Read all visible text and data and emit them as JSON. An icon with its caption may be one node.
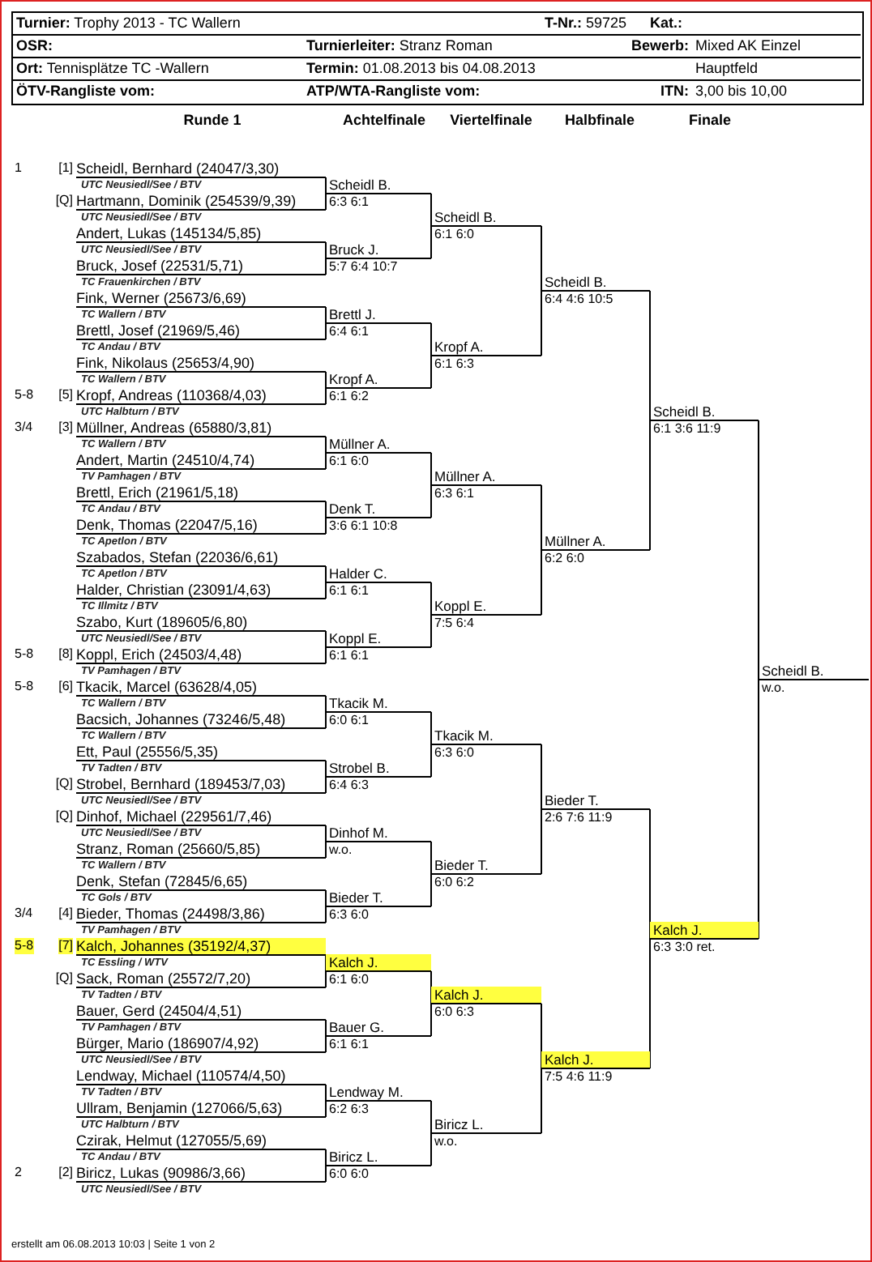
{
  "diagram": {
    "nodes": [
      {
        "text": [
          "Scheidl, Bernhard (24047/3,30)",
          "UTC Neusiedl/See / BTV"
        ],
        "beside": [
          "1",
          "[1]"
        ]
      },
      {
        "text": [
          "Hartmann, Dominik (254539/9,39)",
          "UTC Neusiedl/See / BTV"
        ],
        "beside": [
          "[Q]"
        ]
      },
      {
        "text": [
          "Andert, Lukas (145134/5,85)",
          "UTC Neusiedl/See / BTV"
        ]
      },
      {
        "text": [
          "Bruck, Josef (22531/5,71)",
          "TC Frauenkirchen / BTV"
        ]
      },
      {
        "text": [
          "Fink, Werner (25673/6,69)",
          "TC Wallern / BTV"
        ]
      },
      {
        "text": [
          "Brettl, Josef (21969/5,46)",
          "TC Andau / BTV"
        ]
      },
      {
        "text": [
          "Fink, Nikolaus (25653/4,90)",
          "TC Wallern / BTV"
        ]
      },
      {
        "text": [
          "Kropf, Andreas (110368/4,03)",
          "UTC Halbturn / BTV"
        ],
        "beside": [
          "5-8",
          "[5]"
        ]
      },
      {
        "text": [
          "Müllner, Andreas (65880/3,81)",
          "TC Wallern / BTV"
        ],
        "beside": [
          "3/4",
          "[3]"
        ]
      },
      {
        "text": [
          "Andert, Martin (24510/4,74)",
          "TV Pamhagen / BTV"
        ]
      },
      {
        "text": [
          "Brettl, Erich (21961/5,18)",
          "TC Andau / BTV"
        ]
      },
      {
        "text": [
          "Denk, Thomas (22047/5,16)",
          "TC Apetlon / BTV"
        ]
      },
      {
        "text": [
          "Szabados, Stefan (22036/6,61)",
          "TC Apetlon / BTV"
        ]
      },
      {
        "text": [
          "Halder, Christian (23091/4,63)",
          "TC Illmitz / BTV"
        ]
      },
      {
        "text": [
          "Szabo, Kurt (189605/6,80)",
          "UTC Neusiedl/See / BTV"
        ]
      },
      {
        "text": [
          "Koppl, Erich (24503/4,48)",
          "TV Pamhagen / BTV"
        ],
        "beside": [
          "5-8",
          "[8]"
        ]
      },
      {
        "text": [
          "Tkacik, Marcel (63628/4,05)",
          "TC Wallern / BTV"
        ],
        "beside": [
          "5-8",
          "[6]"
        ]
      },
      {
        "text": [
          "Bacsich, Johannes (73246/5,48)",
          "TC Wallern / BTV"
        ]
      },
      {
        "text": [
          "Ett, Paul (25556/5,35)",
          "TV Tadten / BTV"
        ]
      },
      {
        "text": [
          "Strobel, Bernhard (189453/7,03)",
          "UTC Neusiedl/See / BTV"
        ],
        "beside": [
          "[Q]"
        ]
      },
      {
        "text": [
          "Dinhof, Michael (229561/7,46)",
          "UTC Neusiedl/See / BTV"
        ],
        "beside": [
          "[Q]"
        ]
      },
      {
        "text": [
          "Stranz, Roman (25660/5,85)",
          "TC Wallern / BTV"
        ]
      },
      {
        "text": [
          "Denk, Stefan (72845/6,65)",
          "TC Gols / BTV"
        ]
      },
      {
        "text": [
          "Bieder, Thomas (24498/3,86)",
          "TV Pamhagen / BTV"
        ],
        "beside": [
          "3/4",
          "[4]"
        ]
      },
      {
        "text": [
          "Kalch, Johannes (35192/4,37)",
          "TC Essling / WTV"
        ],
        "beside": [
          "5-8",
          "[7]"
        ]
      },
      {
        "text": [
          "Sack, Roman (25572/7,20)",
          "TV Tadten / BTV"
        ],
        "beside": [
          "[Q]"
        ]
      },
      {
        "text": [
          "Bauer, Gerd (24504/4,51)",
          "TV Pamhagen / BTV"
        ]
      },
      {
        "text": [
          "Bürger, Mario (186907/4,92)",
          "UTC Neusiedl/See / BTV"
        ]
      },
      {
        "text": [
          "Lendway, Michael (110574/4,50)",
          "TV Tadten / BTV"
        ]
      },
      {
        "text": [
          "Ullram, Benjamin (127066/5,63)",
          "UTC Halbturn / BTV"
        ]
      },
      {
        "text": [
          "Czirak, Helmut (127055/5,69)",
          "TC Andau / BTV"
        ]
      },
      {
        "text": [
          "Biricz, Lukas (90986/3,66)",
          "UTC Neusiedl/See / BTV"
        ],
        "beside": [
          "2",
          "[2]"
        ]
      },
      {
        "text": [
          "Scheidl B.",
          "6:3 6:1"
        ]
      },
      {
        "text": [
          "Bruck J.",
          "5:7 6:4 10:7"
        ]
      },
      {
        "text": [
          "Brettl J.",
          "6:4 6:1"
        ]
      },
      {
        "text": [
          "Kropf A.",
          "6:1 6:2"
        ]
      },
      {
        "text": [
          "Müllner A.",
          "6:1 6:0"
        ]
      },
      {
        "text": [
          "Denk T.",
          "3:6 6:1 10:8"
        ]
      },
      {
        "text": [
          "Halder C.",
          "6:1 6:1"
        ]
      },
      {
        "text": [
          "Koppl E.",
          "6:1 6:1"
        ]
      },
      {
        "text": [
          "Tkacik M.",
          "6:0 6:1"
        ]
      },
      {
        "text": [
          "Strobel B.",
          "6:4 6:3"
        ]
      },
      {
        "text": [
          "Dinhof M.",
          "w.o."
        ]
      },
      {
        "text": [
          "Bieder T.",
          "6:3 6:0"
        ]
      },
      {
        "text": [
          "Kalch J.",
          "6:1 6:0"
        ]
      },
      {
        "text": [
          "Bauer G.",
          "6:1 6:1"
        ]
      },
      {
        "text": [
          "Lendway M.",
          "6:2 6:3"
        ]
      },
      {
        "text": [
          "Biricz L.",
          "6:0 6:0"
        ]
      },
      {
        "text": [
          "Scheidl B.",
          "6:1 6:0"
        ]
      },
      {
        "text": [
          "Kropf A.",
          "6:1 6:3"
        ]
      },
      {
        "text": [
          "Müllner A.",
          "6:3 6:1"
        ]
      },
      {
        "text": [
          "Koppl E.",
          "7:5 6:4"
        ]
      },
      {
        "text": [
          "Tkacik M.",
          "6:3 6:0"
        ]
      },
      {
        "text": [
          "Bieder T.",
          "6:0 6:2"
        ]
      },
      {
        "text": [
          "Kalch J.",
          "6:0 6:3"
        ]
      },
      {
        "text": [
          "Biricz L.",
          "w.o."
        ]
      },
      {
        "text": [
          "Scheidl B.",
          "6:4 4:6 10:5"
        ]
      },
      {
        "text": [
          "Müllner A.",
          "6:2 6:0"
        ]
      },
      {
        "text": [
          "Bieder T.",
          "2:6 7:6 11:9"
        ]
      },
      {
        "text": [
          "Kalch J.",
          "7:5 4:6 11:9"
        ]
      },
      {
        "text": [
          "Scheidl B.",
          "6:1 3:6 11:9"
        ]
      },
      {
        "text": [
          "Kalch J.",
          "6:3 3:0 ret."
        ]
      },
      {
        "text": [
          "Scheidl B.",
          "w.o."
        ]
      }
    ],
    "edges": [
      {
        "from": 0,
        "to": 32,
        "arrow": "none"
      },
      {
        "from": 1,
        "to": 32,
        "arrow": "none"
      },
      {
        "from": 2,
        "to": 33,
        "arrow": "none"
      },
      {
        "from": 3,
        "to": 33,
        "arrow": "none"
      },
      {
        "from": 4,
        "to": 34,
        "arrow": "none"
      },
      {
        "from": 5,
        "to": 34,
        "arrow": "none"
      },
      {
        "from": 6,
        "to": 35,
        "arrow": "none"
      },
      {
        "from": 7,
        "to": 35,
        "arrow": "none"
      },
      {
        "from": 8,
        "to": 36,
        "arrow": "none"
      },
      {
        "from": 9,
        "to": 36,
        "arrow": "none"
      },
      {
        "from": 10,
        "to": 37,
        "arrow": "none"
      },
      {
        "from": 11,
        "to": 37,
        "arrow": "none"
      },
      {
        "from": 12,
        "to": 38,
        "arrow": "none"
      },
      {
        "from": 13,
        "to": 38,
        "arrow": "none"
      },
      {
        "from": 14,
        "to": 39,
        "arrow": "none"
      },
      {
        "from": 15,
        "to": 39,
        "arrow": "none"
      },
      {
        "from": 16,
        "to": 40,
        "arrow": "none"
      },
      {
        "from": 17,
        "to": 40,
        "arrow": "none"
      },
      {
        "from": 18,
        "to": 41,
        "arrow": "none"
      },
      {
        "from": 19,
        "to": 41,
        "arrow": "none"
      },
      {
        "from": 20,
        "to": 42,
        "arrow": "none"
      },
      {
        "from": 21,
        "to": 42,
        "arrow": "none"
      },
      {
        "from": 22,
        "to": 43,
        "arrow": "none"
      },
      {
        "from": 23,
        "to": 43,
        "arrow": "none"
      },
      {
        "from": 24,
        "to": 44,
        "arrow": "none"
      },
      {
        "from": 25,
        "to": 44,
        "arrow": "none"
      },
      {
        "from": 26,
        "to": 45,
        "arrow": "none"
      },
      {
        "from": 27,
        "to": 45,
        "arrow": "none"
      },
      {
        "from": 28,
        "to": 46,
        "arrow": "none"
      },
      {
        "from": 29,
        "to": 46,
        "arrow": "none"
      },
      {
        "from": 30,
        "to": 47,
        "arrow": "none"
      },
      {
        "from": 31,
        "to": 47,
        "arrow": "none"
      },
      {
        "from": 32,
        "to": 48,
        "arrow": "none"
      },
      {
        "from": 33,
        "to": 48,
        "arrow": "none"
      },
      {
        "from": 34,
        "to": 49,
        "arrow": "none"
      },
      {
        "from": 35,
        "to": 49,
        "arrow": "none"
      },
      {
        "from": 36,
        "to": 50,
        "arrow": "none"
      },
      {
        "from": 37,
        "to": 50,
        "arrow": "none"
      },
      {
        "from": 38,
        "to": 51,
        "arrow": "none"
      },
      {
        "from": 39,
        "to": 51,
        "arrow": "none"
      },
      {
        "from": 40,
        "to": 52,
        "arrow": "none"
      },
      {
        "from": 41,
        "to": 52,
        "arrow": "none"
      },
      {
        "from": 42,
        "to": 53,
        "arrow": "none"
      },
      {
        "from": 43,
        "to": 53,
        "arrow": "none"
      },
      {
        "from": 44,
        "to": 54,
        "arrow": "none"
      },
      {
        "from": 45,
        "to": 54,
        "arrow": "none"
      },
      {
        "from": 46,
        "to": 55,
        "arrow": "none"
      },
      {
        "from": 47,
        "to": 55,
        "arrow": "none"
      },
      {
        "from": 48,
        "to": 56,
        "arrow": "none"
      },
      {
        "from": 49,
        "to": 56,
        "arrow": "none"
      },
      {
        "from": 50,
        "to": 57,
        "arrow": "none"
      },
      {
        "from": 51,
        "to": 57,
        "arrow": "none"
      },
      {
        "from": 52,
        "to": 58,
        "arrow": "none"
      },
      {
        "from": 53,
        "to": 58,
        "arrow": "none"
      },
      {
        "from": 54,
        "to": 59,
        "arrow": "none"
      },
      {
        "from": 55,
        "to": 59,
        "arrow": "none"
      },
      {
        "from": 56,
        "to": 60,
        "arrow": "none"
      },
      {
        "from": 57,
        "to": 60,
        "arrow": "none"
      },
      {
        "from": 58,
        "to": 61,
        "arrow": "none"
      },
      {
        "from": 59,
        "to": 61,
        "arrow": "none"
      },
      {
        "from": 60,
        "to": 62,
        "arrow": "none"
      },
      {
        "from": 61,
        "to": 62,
        "arrow": "none"
      }
    ],
    "labels": [
      "**Turnier:** Trophy 2013 - TC Wallern",
      "**T-Nr.:** 59725",
      "Kat.:",
      "OSR:",
      "**Turnierleiter:** Stranz Roman",
      "Bewerb:",
      "Mixed AK Einzel",
      "**Ort:** Tennisplätze TC -Wallern",
      "**Termin:** 01.08.2013 bis 04.08.2013",
      "Hauptfeld",
      "ÖTV-Rangliste vom:",
      "ATP/WTA-Rangliste vom:",
      "ITN:",
      "3,00 bis 10,00",
      "Runde 1",
      "Achtelfinale",
      "Viertelfinale",
      "Halbfinale",
      "Finale",
      "erstellt am 06.08.2013 10:03 | Seite 1 von 2"
    ]
  }
}
